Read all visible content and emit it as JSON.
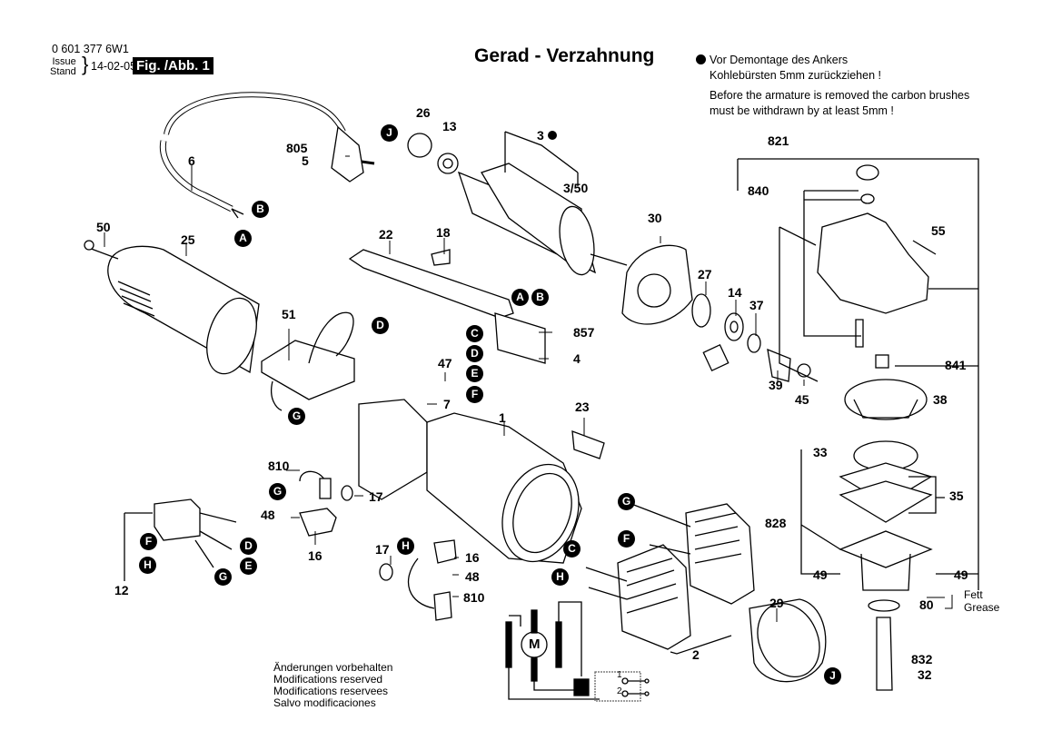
{
  "header": {
    "part_code": "0 601 377 6W1",
    "issue_label": "Issue",
    "stand_label": "Stand",
    "date": "14-02-05",
    "figure_label": "Fig. /Abb. 1",
    "title": "Gerad - Verzahnung"
  },
  "note": {
    "bullet_icon": "filled-circle",
    "line1": "Vor Demontage des Ankers",
    "line2": "Kohlebürsten 5mm zurückziehen !",
    "line3": "Before the armature is removed the carbon brushes",
    "line4": "must be withdrawn by at least 5mm !"
  },
  "modifications": [
    "Änderungen vorbehalten",
    "Modifications reserved",
    "Modifications reservees",
    "Salvo modificaciones"
  ],
  "grease": {
    "line1": "Fett",
    "line2": "Grease"
  },
  "part_labels": {
    "p805": "805",
    "p5": "5",
    "p6": "6",
    "p26": "26",
    "p13": "13",
    "p3": "3",
    "p3_50": "3/50",
    "p50": "50",
    "p25": "25",
    "p22": "22",
    "p18": "18",
    "p30": "30",
    "p27": "27",
    "p14": "14",
    "p37": "37",
    "p39": "39",
    "p45": "45",
    "p51": "51",
    "p857": "857",
    "p4": "4",
    "p47": "47",
    "p7": "7",
    "p1": "1",
    "p23": "23",
    "p810a": "810",
    "p17a": "17",
    "p48a": "48",
    "p16a": "16",
    "p12": "12",
    "p17b": "17",
    "p16b": "16",
    "p48b": "48",
    "p810b": "810",
    "p2": "2",
    "p29": "29",
    "p821": "821",
    "p840": "840",
    "p55": "55",
    "p841": "841",
    "p38": "38",
    "p33": "33",
    "p35": "35",
    "p828": "828",
    "p49a": "49",
    "p49b": "49",
    "p80": "80",
    "p832": "832",
    "p32": "32"
  },
  "connectors": {
    "A": "A",
    "B": "B",
    "C": "C",
    "D": "D",
    "E": "E",
    "F": "F",
    "G": "G",
    "H": "H",
    "J": "J"
  },
  "motor_symbol": "M",
  "switch_positions": [
    "1",
    "2"
  ]
}
